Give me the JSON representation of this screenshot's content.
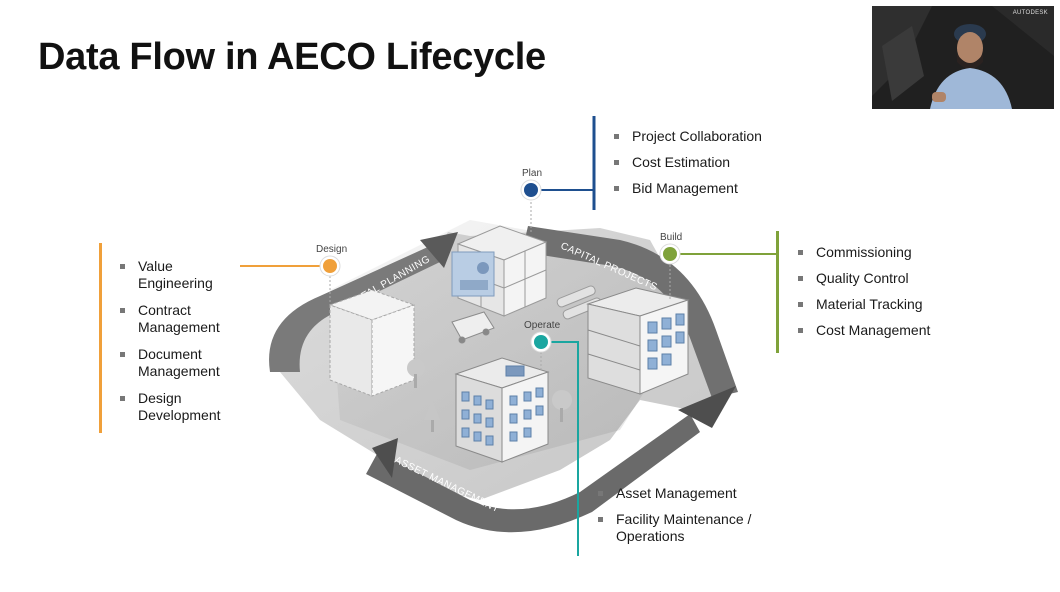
{
  "slide": {
    "title": "Data Flow in AECO Lifecycle"
  },
  "stages": {
    "plan": {
      "label": "Plan",
      "color": "#1e4f8f"
    },
    "design": {
      "label": "Design",
      "color": "#f0a03a"
    },
    "build": {
      "label": "Build",
      "color": "#7fa23a"
    },
    "operate": {
      "label": "Operate",
      "color": "#1aa6a0"
    }
  },
  "cycle_labels": {
    "capital_planning": "CAPITAL PLANNING",
    "capital_projects": "CAPITAL PROJECTS",
    "asset_management": "ASSET MANAGEMENT"
  },
  "lists": {
    "plan": [
      "Project Collaboration",
      "Cost Estimation",
      "Bid Management"
    ],
    "build": [
      "Commissioning",
      "Quality Control",
      "Material Tracking",
      "Cost Management"
    ],
    "design": [
      "Value Engineering",
      "Contract Management",
      "Document Management",
      "Design Development"
    ],
    "operate": [
      "Asset Management",
      "Facility Maintenance / Operations"
    ]
  },
  "webcam": {
    "brand": "AUTODESK"
  }
}
